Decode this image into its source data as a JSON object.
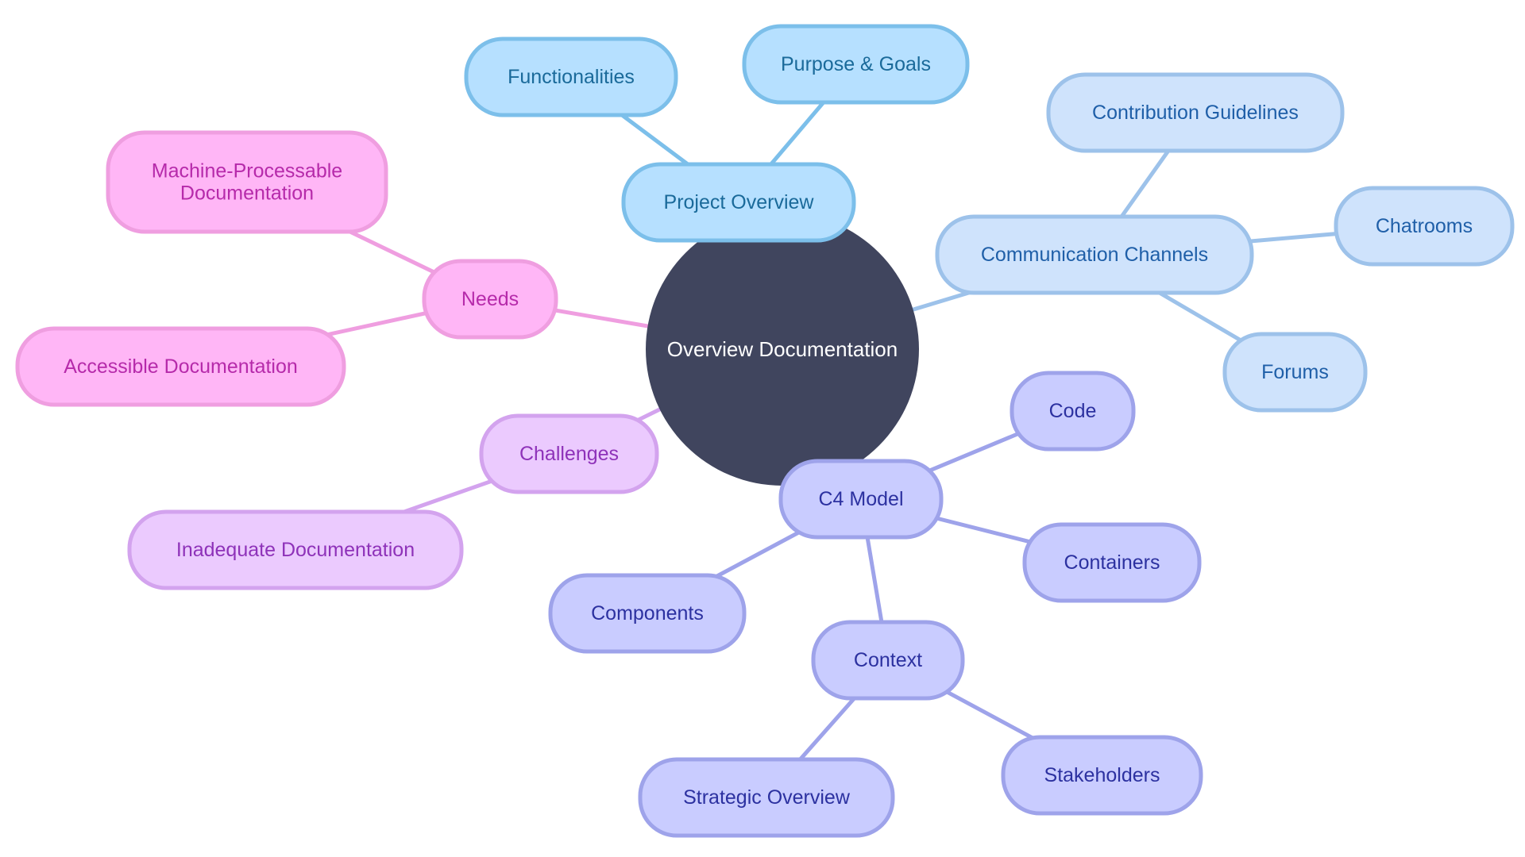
{
  "mindmap": {
    "root": {
      "id": "root",
      "label": "Overview Documentation"
    },
    "nodes": [
      {
        "id": "project-overview",
        "lines": [
          "Project Overview"
        ],
        "parent": "root",
        "theme": "blue"
      },
      {
        "id": "functionalities",
        "lines": [
          "Functionalities"
        ],
        "parent": "project-overview",
        "theme": "blue"
      },
      {
        "id": "purpose-goals",
        "lines": [
          "Purpose & Goals"
        ],
        "parent": "project-overview",
        "theme": "blue"
      },
      {
        "id": "communication-channels",
        "lines": [
          "Communication Channels"
        ],
        "parent": "root",
        "theme": "lightblue"
      },
      {
        "id": "contribution-guidelines",
        "lines": [
          "Contribution Guidelines"
        ],
        "parent": "communication-channels",
        "theme": "lightblue"
      },
      {
        "id": "chatrooms",
        "lines": [
          "Chatrooms"
        ],
        "parent": "communication-channels",
        "theme": "lightblue"
      },
      {
        "id": "forums",
        "lines": [
          "Forums"
        ],
        "parent": "communication-channels",
        "theme": "lightblue"
      },
      {
        "id": "needs",
        "lines": [
          "Needs"
        ],
        "parent": "root",
        "theme": "pink"
      },
      {
        "id": "machine-processable-documentation",
        "lines": [
          "Machine-Processable",
          "Documentation"
        ],
        "parent": "needs",
        "theme": "pink"
      },
      {
        "id": "accessible-documentation",
        "lines": [
          "Accessible Documentation"
        ],
        "parent": "needs",
        "theme": "pink"
      },
      {
        "id": "challenges",
        "lines": [
          "Challenges"
        ],
        "parent": "root",
        "theme": "purple"
      },
      {
        "id": "inadequate-documentation",
        "lines": [
          "Inadequate Documentation"
        ],
        "parent": "challenges",
        "theme": "purple"
      },
      {
        "id": "c4-model",
        "lines": [
          "C4 Model"
        ],
        "parent": "root",
        "theme": "indigo"
      },
      {
        "id": "code",
        "lines": [
          "Code"
        ],
        "parent": "c4-model",
        "theme": "indigo"
      },
      {
        "id": "containers",
        "lines": [
          "Containers"
        ],
        "parent": "c4-model",
        "theme": "indigo"
      },
      {
        "id": "components",
        "lines": [
          "Components"
        ],
        "parent": "c4-model",
        "theme": "indigo"
      },
      {
        "id": "context",
        "lines": [
          "Context"
        ],
        "parent": "c4-model",
        "theme": "indigo"
      },
      {
        "id": "strategic-overview",
        "lines": [
          "Strategic Overview"
        ],
        "parent": "context",
        "theme": "indigo"
      },
      {
        "id": "stakeholders",
        "lines": [
          "Stakeholders"
        ],
        "parent": "context",
        "theme": "indigo"
      }
    ]
  },
  "themes": {
    "root": {
      "fill": "#40455e",
      "text": "#ffffff"
    },
    "blue": {
      "fill": "#b6e0ff",
      "stroke": "#7cbfea",
      "text": "#1a6a9a",
      "edge": "#7cbfea"
    },
    "lightblue": {
      "fill": "#cfe3fc",
      "stroke": "#9dc2ea",
      "text": "#1f5fa8",
      "edge": "#9dc2ea"
    },
    "pink": {
      "fill": "#ffb6f6",
      "stroke": "#ef9ee0",
      "text": "#b62aaa",
      "edge": "#ef9ee0"
    },
    "purple": {
      "fill": "#ebcafe",
      "stroke": "#d3a3ee",
      "text": "#8e32b9",
      "edge": "#d3a3ee"
    },
    "indigo": {
      "fill": "#c9ccff",
      "stroke": "#9ea3ea",
      "text": "#2c31a0",
      "edge": "#9ea3ea"
    }
  }
}
